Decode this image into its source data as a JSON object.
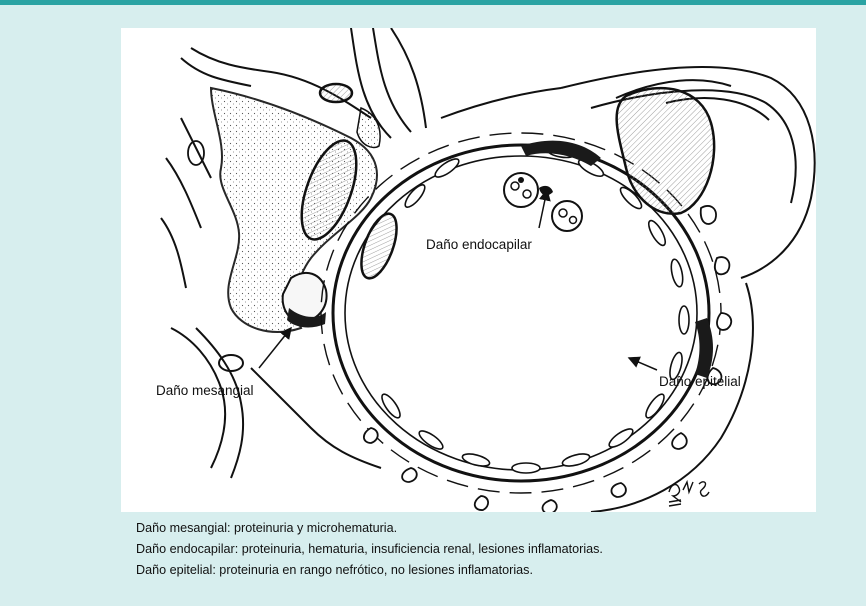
{
  "figure": {
    "labels": {
      "endocapillary": "Daño endocapilar",
      "mesangial": "Daño mesangial",
      "epithelial": "Daño epitelial",
      "signature": "R.N.S"
    }
  },
  "caption": {
    "lines": [
      "Daño mesangial: proteinuria y microhematuria.",
      "Daño endocapilar: proteinuria, hematuria, insuficiencia renal, lesiones inflamatorias.",
      "Daño epitelial: proteinuria en rango nefrótico, no lesiones inflamatorias."
    ]
  },
  "colors": {
    "background": "#d7eeee",
    "accent_rule": "#2aa3a3",
    "panel": "#ffffff",
    "ink": "#111111"
  }
}
